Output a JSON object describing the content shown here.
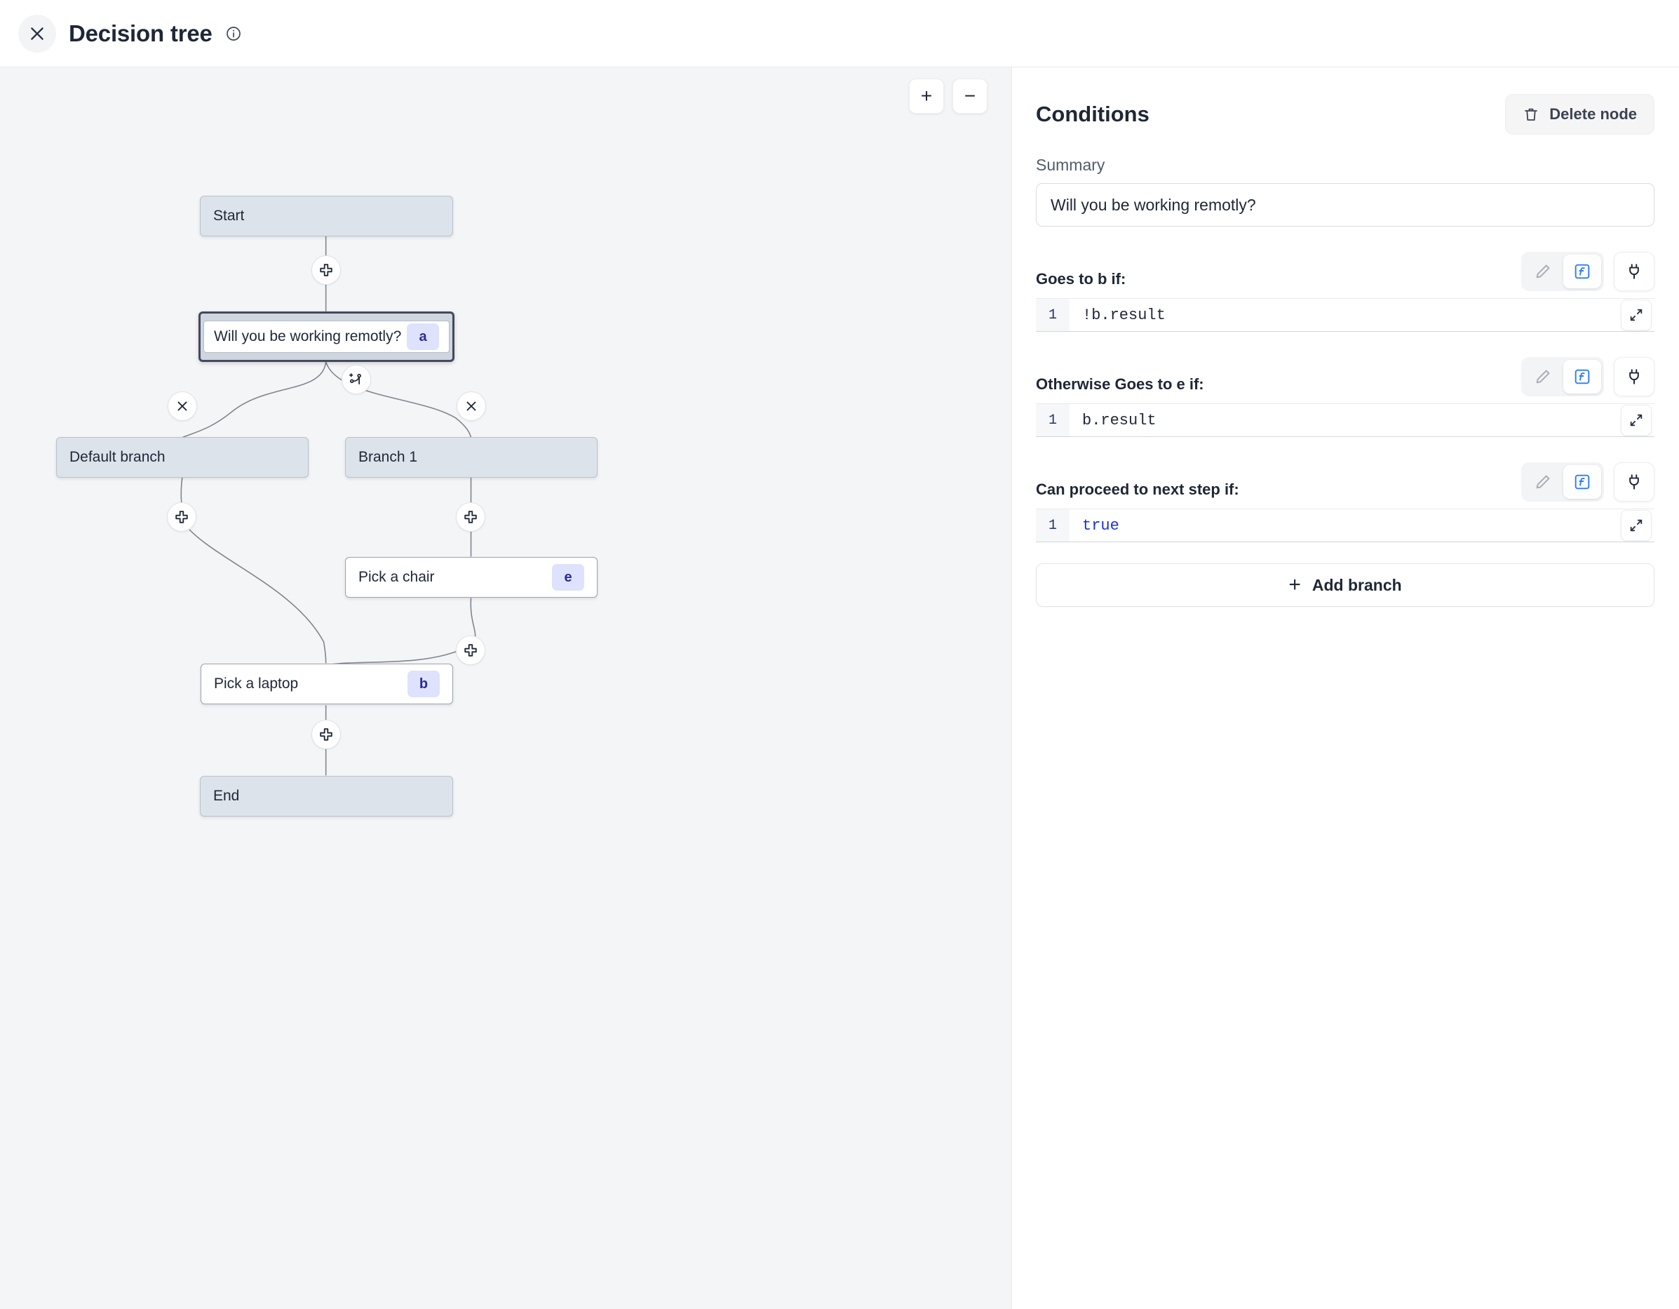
{
  "header": {
    "close_icon": "close-icon",
    "title": "Decision tree",
    "info_icon": "info-icon"
  },
  "canvas": {
    "zoom_in_label": "+",
    "zoom_out_label": "−",
    "nodes": [
      {
        "id": "start",
        "label": "Start",
        "badge": "",
        "type": "terminal"
      },
      {
        "id": "a",
        "label": "Will you be working remotly?",
        "badge": "a",
        "type": "selected"
      },
      {
        "id": "default",
        "label": "Default branch",
        "badge": "",
        "type": "branch"
      },
      {
        "id": "branch1",
        "label": "Branch 1",
        "badge": "",
        "type": "branch"
      },
      {
        "id": "e",
        "label": "Pick a chair",
        "badge": "e",
        "type": "step"
      },
      {
        "id": "b",
        "label": "Pick a laptop",
        "badge": "b",
        "type": "step"
      },
      {
        "id": "end",
        "label": "End",
        "badge": "",
        "type": "terminal"
      }
    ],
    "handles": [
      {
        "name": "add-step-after-start",
        "icon": "plus-icon"
      },
      {
        "name": "add-branch-handle",
        "icon": "branch-plus-icon"
      },
      {
        "name": "remove-default-branch",
        "icon": "close-icon"
      },
      {
        "name": "remove-branch-1",
        "icon": "close-icon"
      },
      {
        "name": "add-step-after-default",
        "icon": "plus-icon"
      },
      {
        "name": "add-step-after-branch-1",
        "icon": "plus-icon"
      },
      {
        "name": "add-step-after-pick-a-chair",
        "icon": "plus-icon"
      },
      {
        "name": "add-step-after-pick-a-laptop",
        "icon": "plus-icon"
      }
    ]
  },
  "panel": {
    "title": "Conditions",
    "delete_node_label": "Delete node",
    "summary_label": "Summary",
    "summary_value": "Will you be working remotly?",
    "summary_placeholder": "Summary",
    "conditions": [
      {
        "label": "Goes to b if:",
        "line_number": "1",
        "code": "!b.result",
        "keyword": false
      },
      {
        "label": "Otherwise Goes to e if:",
        "line_number": "1",
        "code": "b.result",
        "keyword": false
      },
      {
        "label": "Can proceed to next step if:",
        "line_number": "1",
        "code": "true",
        "keyword": true
      }
    ],
    "tool_icons": {
      "edit": "pencil-icon",
      "function": "function-icon",
      "connect": "plug-icon",
      "expand": "expand-icon"
    },
    "add_branch_label": "Add branch",
    "add_branch_plus": "+"
  },
  "colors": {
    "accent_blue": "#1a73e8",
    "badge_bg": "#dfe2fd",
    "badge_text": "#2b2b9e",
    "node_gray": "#dde3eb",
    "canvas_bg": "#f4f5f7"
  }
}
